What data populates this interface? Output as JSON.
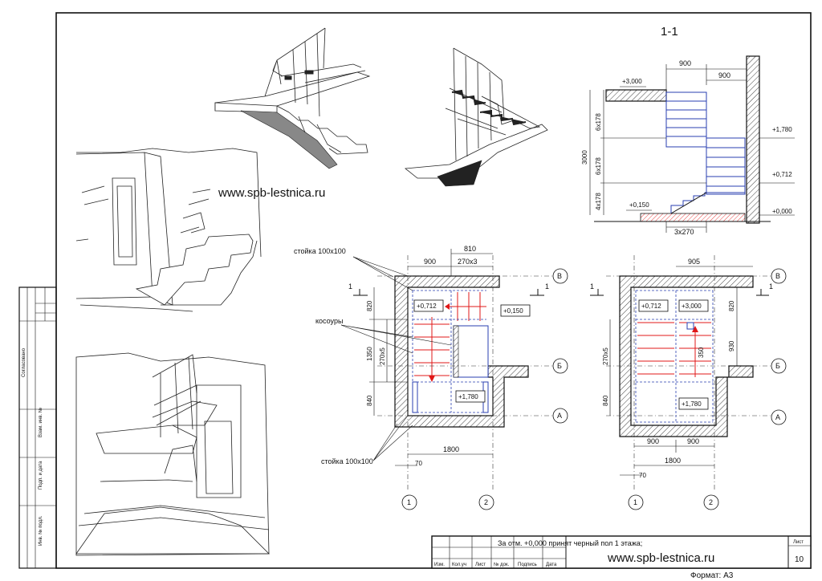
{
  "section_title": "1-1",
  "website_top": "www.spb-lestnica.ru",
  "website_stamp": "www.spb-lestnica.ru",
  "note": "За отм. +0,000 принят черный пол 1 этажа;",
  "format_label": "Формат: А3",
  "sheet_label": "Лист",
  "sheet_number": "10",
  "stamp_cols": [
    "Изм.",
    "Кол.уч",
    "Лист",
    "№ док.",
    "Подпись",
    "Дата"
  ],
  "side_stamp": [
    "Согласовано",
    "Взам. инв. №",
    "Подп. и дата",
    "Инв. № подл."
  ],
  "section": {
    "dims_top": [
      "900",
      "900"
    ],
    "level_top_left": "+3,000",
    "left_dims": [
      "6x178",
      "6x178",
      "4x178"
    ],
    "total_height": "3000",
    "level_small": "+0,150",
    "levels_right": [
      "+1,780",
      "+0,712",
      "+0,000"
    ],
    "bottom_dim": "3x270"
  },
  "plan1": {
    "top_dims": [
      "810",
      "900",
      "270x3"
    ],
    "left_dims": [
      "820",
      "1350",
      "270x5",
      "840"
    ],
    "levels": [
      "+0,712",
      "+0,150",
      "+1,780"
    ],
    "bottom_dim": "1800",
    "small_dim": "70",
    "post_label_top": "стойка 100х100",
    "stringer_label": "косоуры",
    "post_label_bottom": "стойка 100х100",
    "section_mark": "1",
    "axes_rows": [
      "В",
      "Б",
      "А"
    ],
    "axes_cols": [
      "1",
      "2"
    ]
  },
  "plan2": {
    "top_dim": "905",
    "left_dims": [
      "270x5",
      "840"
    ],
    "right_dims": [
      "820",
      "930"
    ],
    "inner_dim": "350",
    "levels": [
      "+0,712",
      "+3,000",
      "+1,780"
    ],
    "bottom_dims": [
      "900",
      "900"
    ],
    "bottom_dim": "1800",
    "small_dim": "70",
    "section_mark": "1",
    "axes_rows": [
      "В",
      "Б",
      "А"
    ],
    "axes_cols": [
      "1",
      "2"
    ]
  }
}
